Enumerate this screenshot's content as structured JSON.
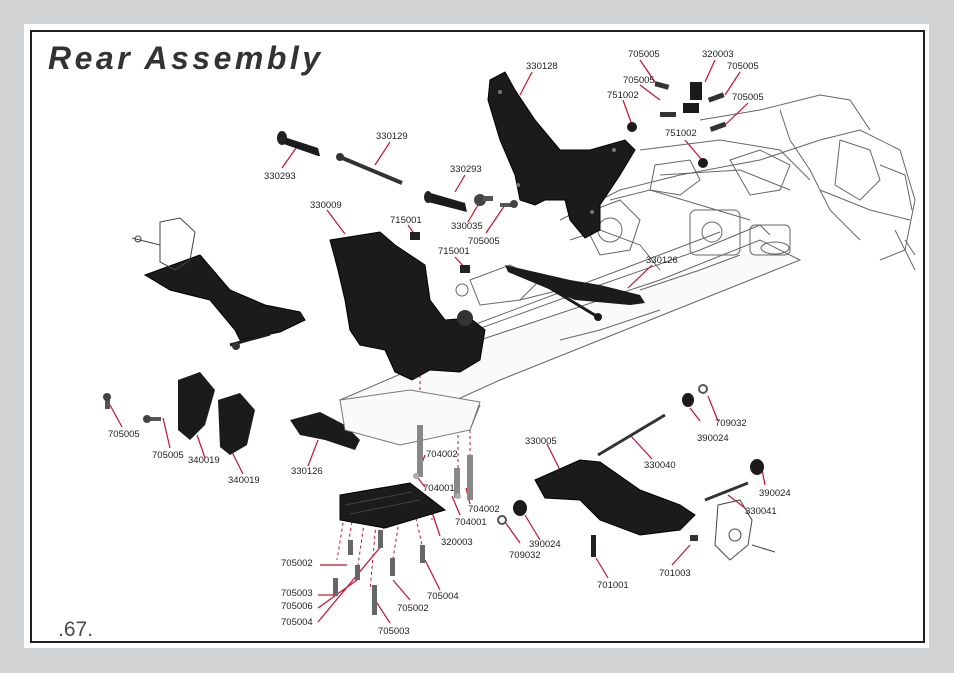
{
  "page": {
    "title": "Rear Assembly",
    "page_number": ".67."
  },
  "part_numbers": {
    "p330128": "330128",
    "p705005_a": "705005",
    "p320003_a": "320003",
    "p705005_b": "705005",
    "p705005_c": "705005",
    "p751002_a": "751002",
    "p705005_d": "705005",
    "p751002_b": "751002",
    "p330129": "330129",
    "p330293_a": "330293",
    "p330293_b": "330293",
    "p330035": "330035",
    "p705005_e": "705005",
    "p330009": "330009",
    "p715001_a": "715001",
    "p715001_b": "715001",
    "p330126_a": "330126",
    "p705005_f": "705005",
    "p705005_g": "705005",
    "p340019_a": "340019",
    "p340019_b": "340019",
    "p330126_b": "330126",
    "p704002_a": "704002",
    "p704001_a": "704001",
    "p704002_b": "704002",
    "p704001_b": "704001",
    "p320003_b": "320003",
    "p330005": "330005",
    "p330040": "330040",
    "p390024_a": "390024",
    "p709032_a": "709032",
    "p390024_b": "390024",
    "p330041": "330041",
    "p709032_b": "709032",
    "p390024_c": "390024",
    "p701001": "701001",
    "p701003": "701003",
    "p705002_a": "705002",
    "p705003_a": "705003",
    "p705006": "705006",
    "p705004_a": "705004",
    "p705004_b": "705004",
    "p705002_b": "705002",
    "p705003_b": "705003"
  }
}
